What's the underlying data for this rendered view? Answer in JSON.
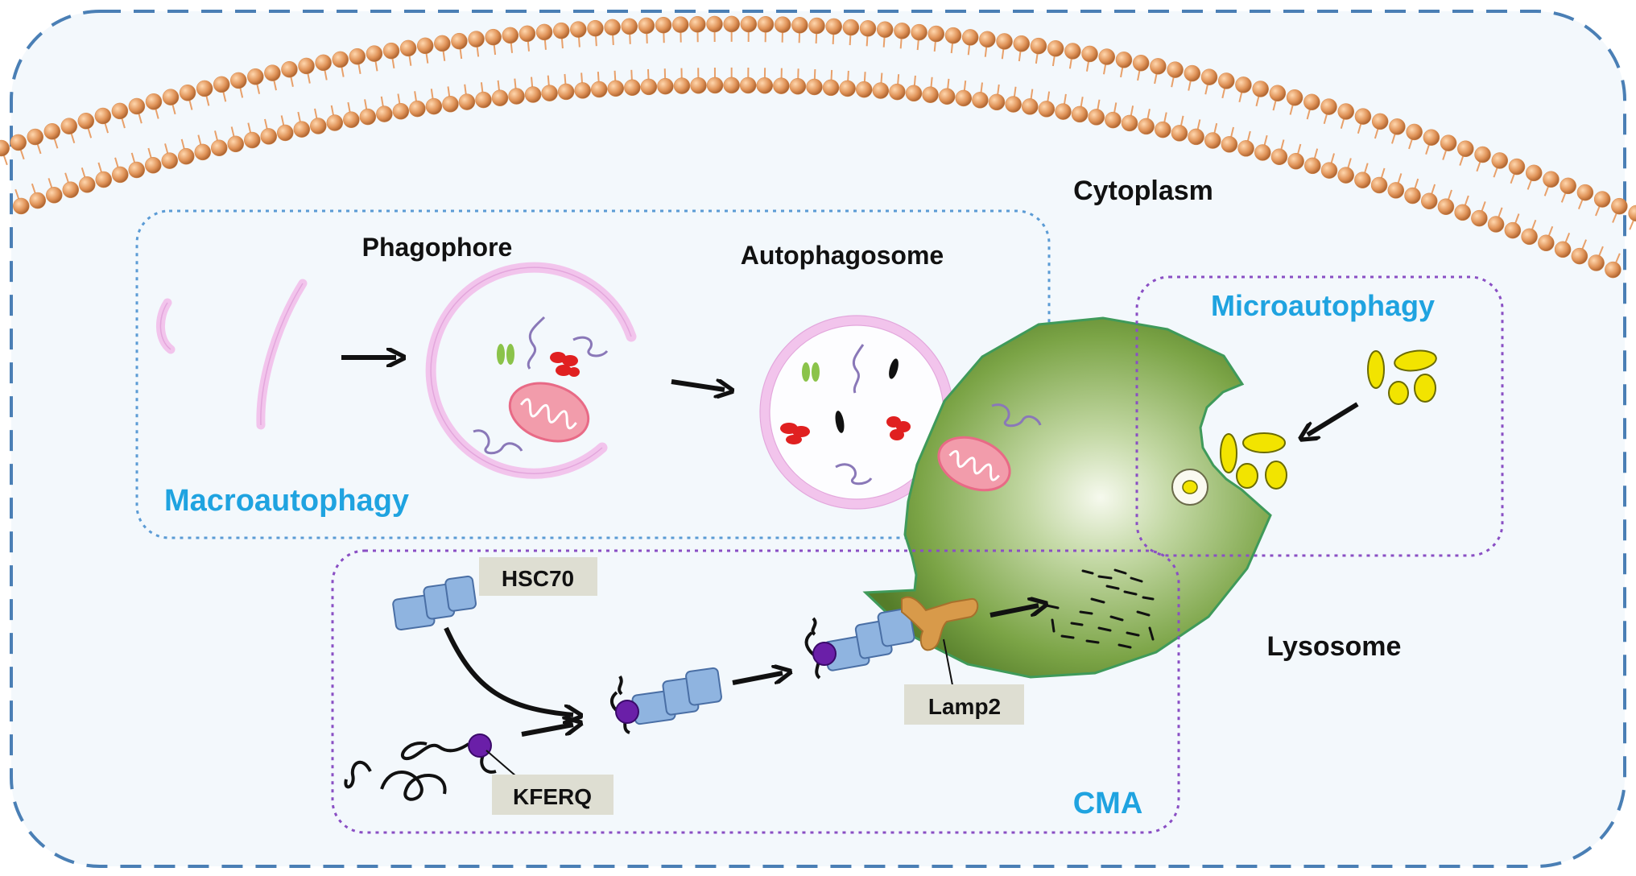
{
  "labels": {
    "cytoplasm": "Cytoplasm",
    "phagophore": "Phagophore",
    "autophagosome": "Autophagosome",
    "macroautophagy": "Macroautophagy",
    "microautophagy": "Microautophagy",
    "lysosome": "Lysosome",
    "cma": "CMA",
    "hsc70": "HSC70",
    "kferq": "KFERQ",
    "lamp2": "Lamp2"
  },
  "colors": {
    "cell_border": "#4a7fb5",
    "cytoplasm_fill": "#f3f8fc",
    "membrane_head": "#d98a4a",
    "membrane_tail": "#e8a06a",
    "macro_box_border": "#5b9bd5",
    "micro_cma_box_border": "#8a4fc4",
    "highlight_text": "#1fa3e0",
    "phagophore_membrane": "#f2c4ec",
    "lysosome_green": "#6f9a3c",
    "mitochondria": "#e86a86",
    "hsc70_blue": "#8fb4e0",
    "lamp2_orange": "#d89a4a",
    "kferq_purple": "#6a1fa8",
    "vesicle_yellow": "#f2e400",
    "tag_gray": "#deded2"
  },
  "icons": [
    "arrow-icon",
    "mitochondrion-icon",
    "protein-strand-icon",
    "lysosome-icon",
    "hsc70-chaperone-icon",
    "lamp2-receptor-icon",
    "kferq-motif-icon",
    "membrane-bilayer-icon",
    "vesicle-icon"
  ]
}
